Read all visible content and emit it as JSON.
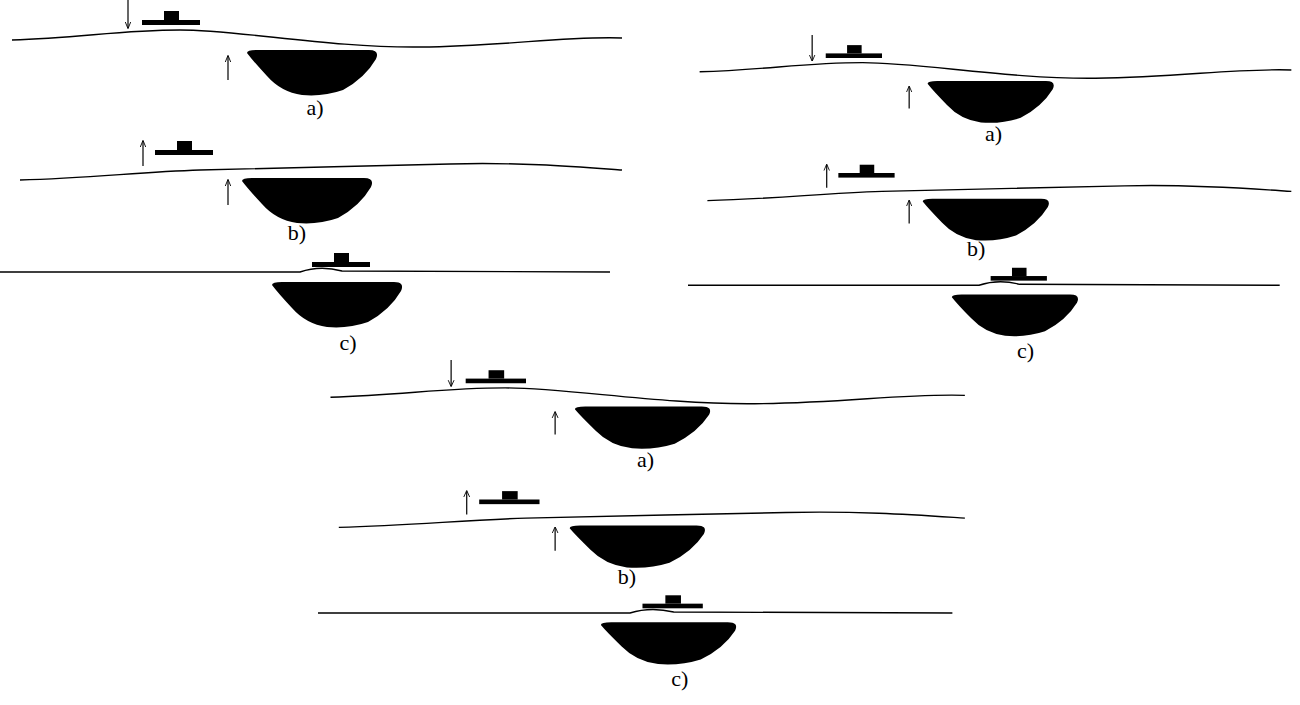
{
  "diagram": {
    "labels": [
      "a)",
      "b)",
      "c)",
      "a)",
      "b)",
      "c)",
      "a)",
      "b)",
      "c)"
    ]
  }
}
